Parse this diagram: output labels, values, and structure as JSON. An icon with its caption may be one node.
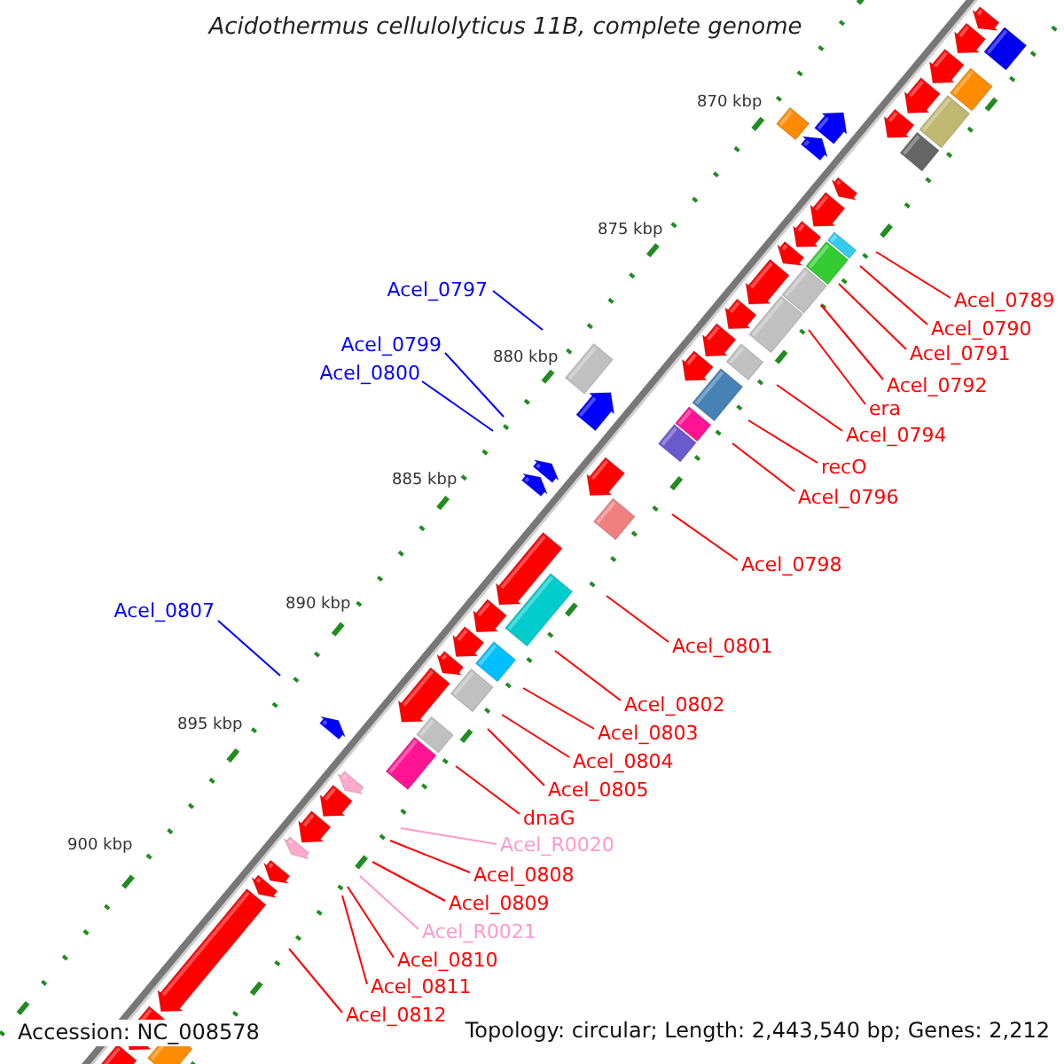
{
  "diagram": {
    "title": "Acidothermus cellulolyticus 11B, complete genome",
    "nodes": [
      {
        "text": [
          "Acel_0797"
        ]
      },
      {
        "text": [
          "Acel_0789"
        ]
      },
      {
        "text": [
          "Acel_0790"
        ]
      },
      {
        "text": [
          "Acel_0799"
        ]
      },
      {
        "text": [
          "Acel_0791"
        ]
      },
      {
        "text": [
          "Acel_0800"
        ]
      },
      {
        "text": [
          "Acel_0792"
        ]
      },
      {
        "text": [
          "era"
        ]
      },
      {
        "text": [
          "Acel_0794"
        ]
      },
      {
        "text": [
          "recO"
        ]
      },
      {
        "text": [
          "Acel_0796"
        ]
      },
      {
        "text": [
          "Acel_0798"
        ]
      },
      {
        "text": [
          "Acel_0807"
        ]
      },
      {
        "text": [
          "Acel_0801"
        ]
      },
      {
        "text": [
          "Acel_0802"
        ]
      },
      {
        "text": [
          "Acel_0803"
        ]
      },
      {
        "text": [
          "Acel_0804"
        ]
      },
      {
        "text": [
          "Acel_0805"
        ]
      },
      {
        "text": [
          "dnaG"
        ]
      },
      {
        "text": [
          "Acel_R0020"
        ]
      },
      {
        "text": [
          "Acel_0808"
        ]
      },
      {
        "text": [
          "Acel_0809"
        ]
      },
      {
        "text": [
          "Acel_R0021"
        ]
      },
      {
        "text": [
          "Acel_0810"
        ]
      },
      {
        "text": [
          "Acel_0811"
        ]
      },
      {
        "text": [
          "Acel_0812"
        ]
      }
    ],
    "edges": [
      {
        "from": 0,
        "to": null,
        "arrow": "none",
        "color": "#0000ff"
      },
      {
        "from": 1,
        "to": null,
        "arrow": "none"
      },
      {
        "from": 2,
        "to": null,
        "arrow": "none"
      },
      {
        "from": 3,
        "to": null,
        "arrow": "none",
        "color": "#0000ff"
      },
      {
        "from": 4,
        "to": null,
        "arrow": "none"
      },
      {
        "from": 5,
        "to": null,
        "arrow": "none",
        "color": "#0000ff"
      },
      {
        "from": 6,
        "to": null,
        "arrow": "none"
      },
      {
        "from": 7,
        "to": null,
        "arrow": "none"
      },
      {
        "from": 8,
        "to": null,
        "arrow": "none"
      },
      {
        "from": 9,
        "to": null,
        "arrow": "none"
      },
      {
        "from": 10,
        "to": null,
        "arrow": "none"
      },
      {
        "from": 11,
        "to": null,
        "arrow": "none"
      },
      {
        "from": 12,
        "to": null,
        "arrow": "none",
        "color": "#0000ff"
      },
      {
        "from": 13,
        "to": null,
        "arrow": "none"
      },
      {
        "from": 14,
        "to": null,
        "arrow": "none"
      },
      {
        "from": 15,
        "to": null,
        "arrow": "none"
      },
      {
        "from": 16,
        "to": null,
        "arrow": "none"
      },
      {
        "from": 17,
        "to": null,
        "arrow": "none"
      },
      {
        "from": 18,
        "to": null,
        "arrow": "none"
      },
      {
        "from": 19,
        "to": null,
        "arrow": "none",
        "color": "#ff99cc"
      },
      {
        "from": 20,
        "to": null,
        "arrow": "none"
      },
      {
        "from": 21,
        "to": null,
        "arrow": "none"
      },
      {
        "from": 22,
        "to": null,
        "arrow": "none",
        "color": "#ff99cc"
      },
      {
        "from": 23,
        "to": null,
        "arrow": "none"
      },
      {
        "from": 24,
        "to": null,
        "arrow": "none"
      },
      {
        "from": 25,
        "to": null,
        "arrow": "none"
      }
    ],
    "labels": [
      "870 kbp",
      "875 kbp",
      "880 kbp",
      "885 kbp",
      "890 kbp",
      "895 kbp",
      "900 kbp",
      "Accession: NC_008578",
      "Topology: circular; Length: 2,443,540 bp; Genes: 2,212"
    ]
  }
}
